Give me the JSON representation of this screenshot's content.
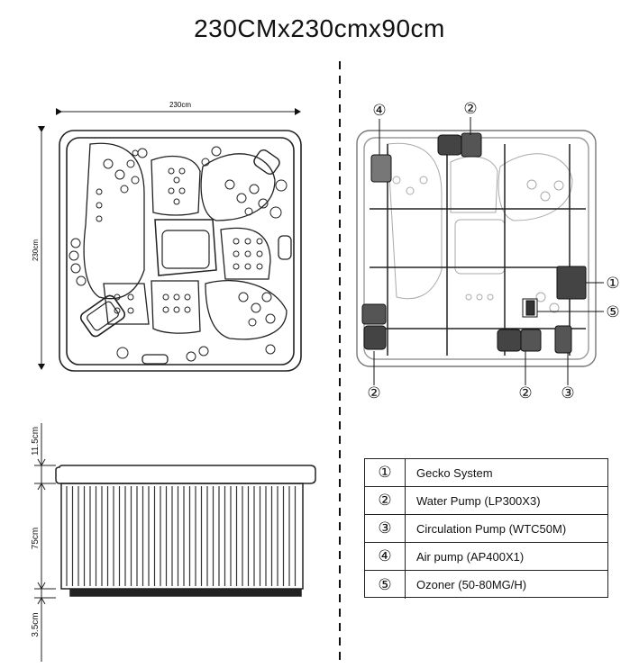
{
  "title": "230CMx230cmx90cm",
  "dimensions": {
    "top_width": "230cm",
    "top_height": "230cm",
    "side_skirt": "11.5cm",
    "side_cabinet": "75cm",
    "side_base": "3.5cm"
  },
  "callouts": {
    "gecko": "①",
    "water_pump": "②",
    "circulation_pump": "③",
    "air_pump": "④",
    "ozoner": "⑤"
  },
  "legend": [
    {
      "num": "①",
      "text": "Gecko System"
    },
    {
      "num": "②",
      "text": "Water Pump (LP300X3)"
    },
    {
      "num": "③",
      "text": "Circulation Pump (WTC50M)"
    },
    {
      "num": "④",
      "text": "Air pump (AP400X1)"
    },
    {
      "num": "⑤",
      "text": "Ozoner (50-80MG/H)"
    }
  ]
}
